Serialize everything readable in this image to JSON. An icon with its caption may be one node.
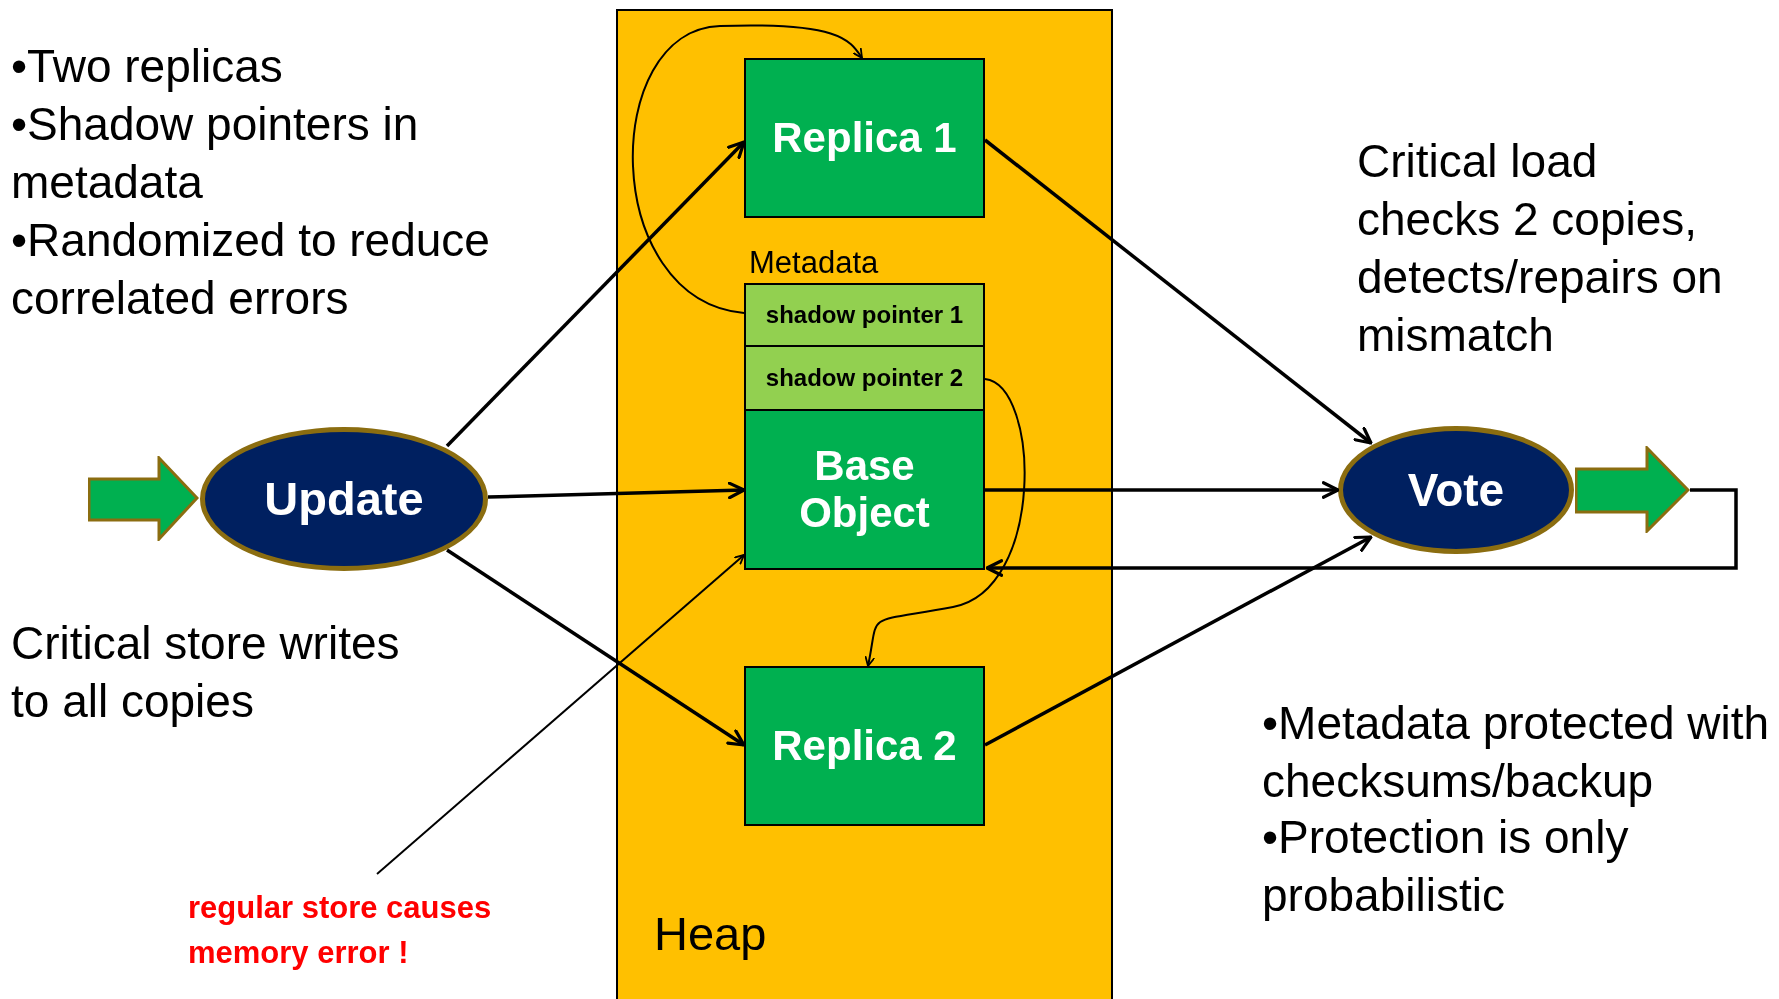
{
  "diagram": {
    "nodes": [
      {
        "text": [
          "Heap"
        ]
      },
      {
        "text": [
          "Replica 1"
        ],
        "in": 0
      },
      {
        "text": [
          "shadow pointer 1"
        ],
        "in": 0
      },
      {
        "text": [
          "shadow pointer 2"
        ],
        "in": 0
      },
      {
        "text": [
          "Base Object"
        ],
        "in": 0
      },
      {
        "text": [
          "Replica 2"
        ],
        "in": 0
      },
      {
        "text": [
          "Update"
        ]
      },
      {
        "text": [
          "Vote"
        ]
      },
      {
        "text": [],
        "shape": "arrow"
      },
      {
        "text": [],
        "shape": "arrow"
      },
      {
        "text": [
          "regular store causes memory error !"
        ]
      }
    ],
    "edges": [
      {
        "from": 6,
        "to": 1,
        "arrow": "to"
      },
      {
        "from": 6,
        "to": 4,
        "arrow": "to"
      },
      {
        "from": 6,
        "to": 5,
        "arrow": "to"
      },
      {
        "from": 1,
        "to": 7,
        "arrow": "to"
      },
      {
        "from": 4,
        "to": 7,
        "arrow": "to"
      },
      {
        "from": 5,
        "to": 7,
        "arrow": "to"
      },
      {
        "from": 2,
        "to": 1,
        "arrow": "to"
      },
      {
        "from": 3,
        "to": 5,
        "arrow": "to"
      },
      {
        "from": 9,
        "to": 4,
        "arrow": "to"
      },
      {
        "from": 10,
        "to": 4,
        "arrow": "to"
      }
    ],
    "labels": [
      "•Two replicas",
      "•Shadow pointers in metadata",
      "•Randomized to reduce correlated errors",
      "Metadata",
      "Critical load checks 2 copies, detects/repairs on mismatch",
      "Critical store writes to all copies",
      "•Metadata protected with checksums/backup",
      "•Protection is only probabilistic"
    ]
  }
}
